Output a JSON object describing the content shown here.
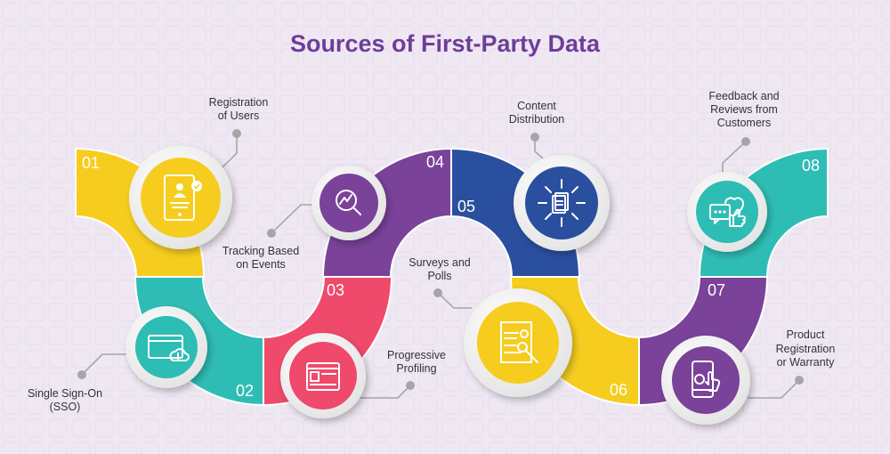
{
  "title": "Sources of First-Party Data",
  "colors": {
    "background": "#efe8f3",
    "title": "#6f3d99",
    "yellow": "#f6cd1f",
    "teal": "#2ebdb5",
    "pink": "#ef4a6b",
    "purple": "#7a4299",
    "blue": "#2a4f9e"
  },
  "steps": [
    {
      "number": "01",
      "label": [
        "Registration",
        "of Users"
      ],
      "icon": "user-profile-tablet-icon"
    },
    {
      "number": "02",
      "label": [
        "Single Sign-On",
        "(SSO)"
      ],
      "icon": "browser-cloud-upload-icon"
    },
    {
      "number": "03",
      "label": [
        "Progressive",
        "Profiling"
      ],
      "icon": "profile-window-icon"
    },
    {
      "number": "04",
      "label": [
        "Tracking Based",
        "on Events"
      ],
      "icon": "analytics-magnifier-icon"
    },
    {
      "number": "05",
      "label": [
        "Content",
        "Distribution"
      ],
      "icon": "document-distribution-icon"
    },
    {
      "number": "06",
      "label": [
        "Surveys and",
        "Polls"
      ],
      "icon": "survey-checklist-icon"
    },
    {
      "number": "07",
      "label": [
        "Product",
        "Registration",
        "or Warranty"
      ],
      "icon": "phone-tap-icon"
    },
    {
      "number": "08",
      "label": [
        "Feedback and",
        "Reviews from",
        "Customers"
      ],
      "icon": "feedback-thumbs-up-icon"
    }
  ]
}
